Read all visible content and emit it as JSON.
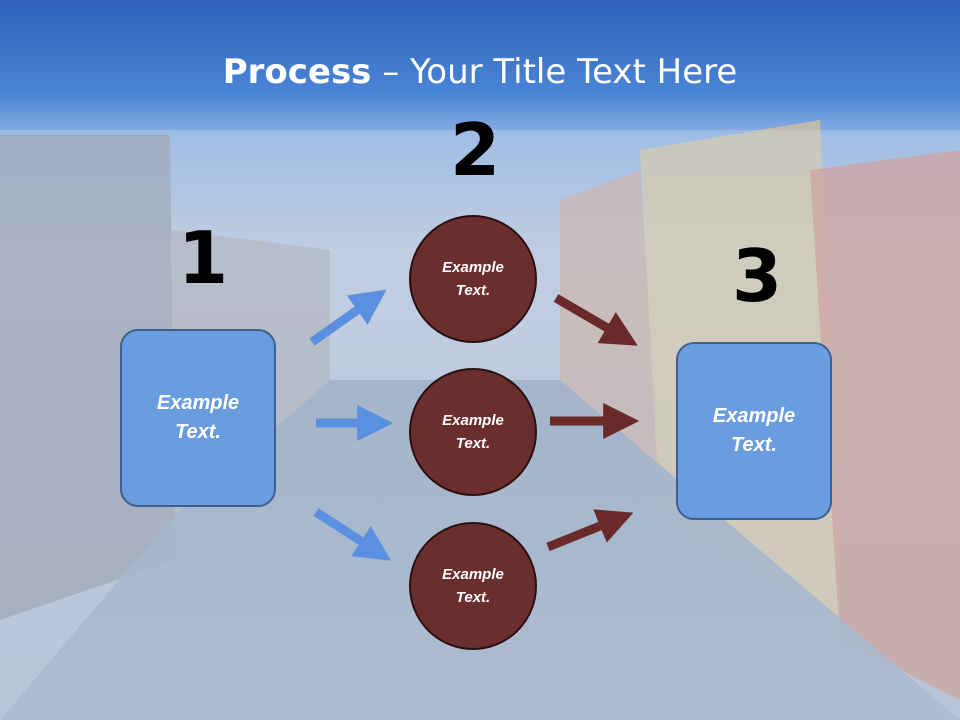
{
  "slide": {
    "title_bold": "Process",
    "title_rest": " – Your Title Text Here"
  },
  "steps": {
    "num1": "1",
    "num2": "2",
    "num3": "3"
  },
  "nodes": {
    "left_box": "Example\nText.",
    "circle_top": "Example\nText.",
    "circle_mid": "Example\nText.",
    "circle_bot": "Example\nText.",
    "right_box": "Example\nText."
  },
  "colors": {
    "header_blue": "#4a7fd0",
    "box_blue": "#6a9ce0",
    "circle_maroon": "#6b2e2e",
    "arrow_blue": "#5b8fe0",
    "arrow_maroon": "#6b2a2a"
  }
}
